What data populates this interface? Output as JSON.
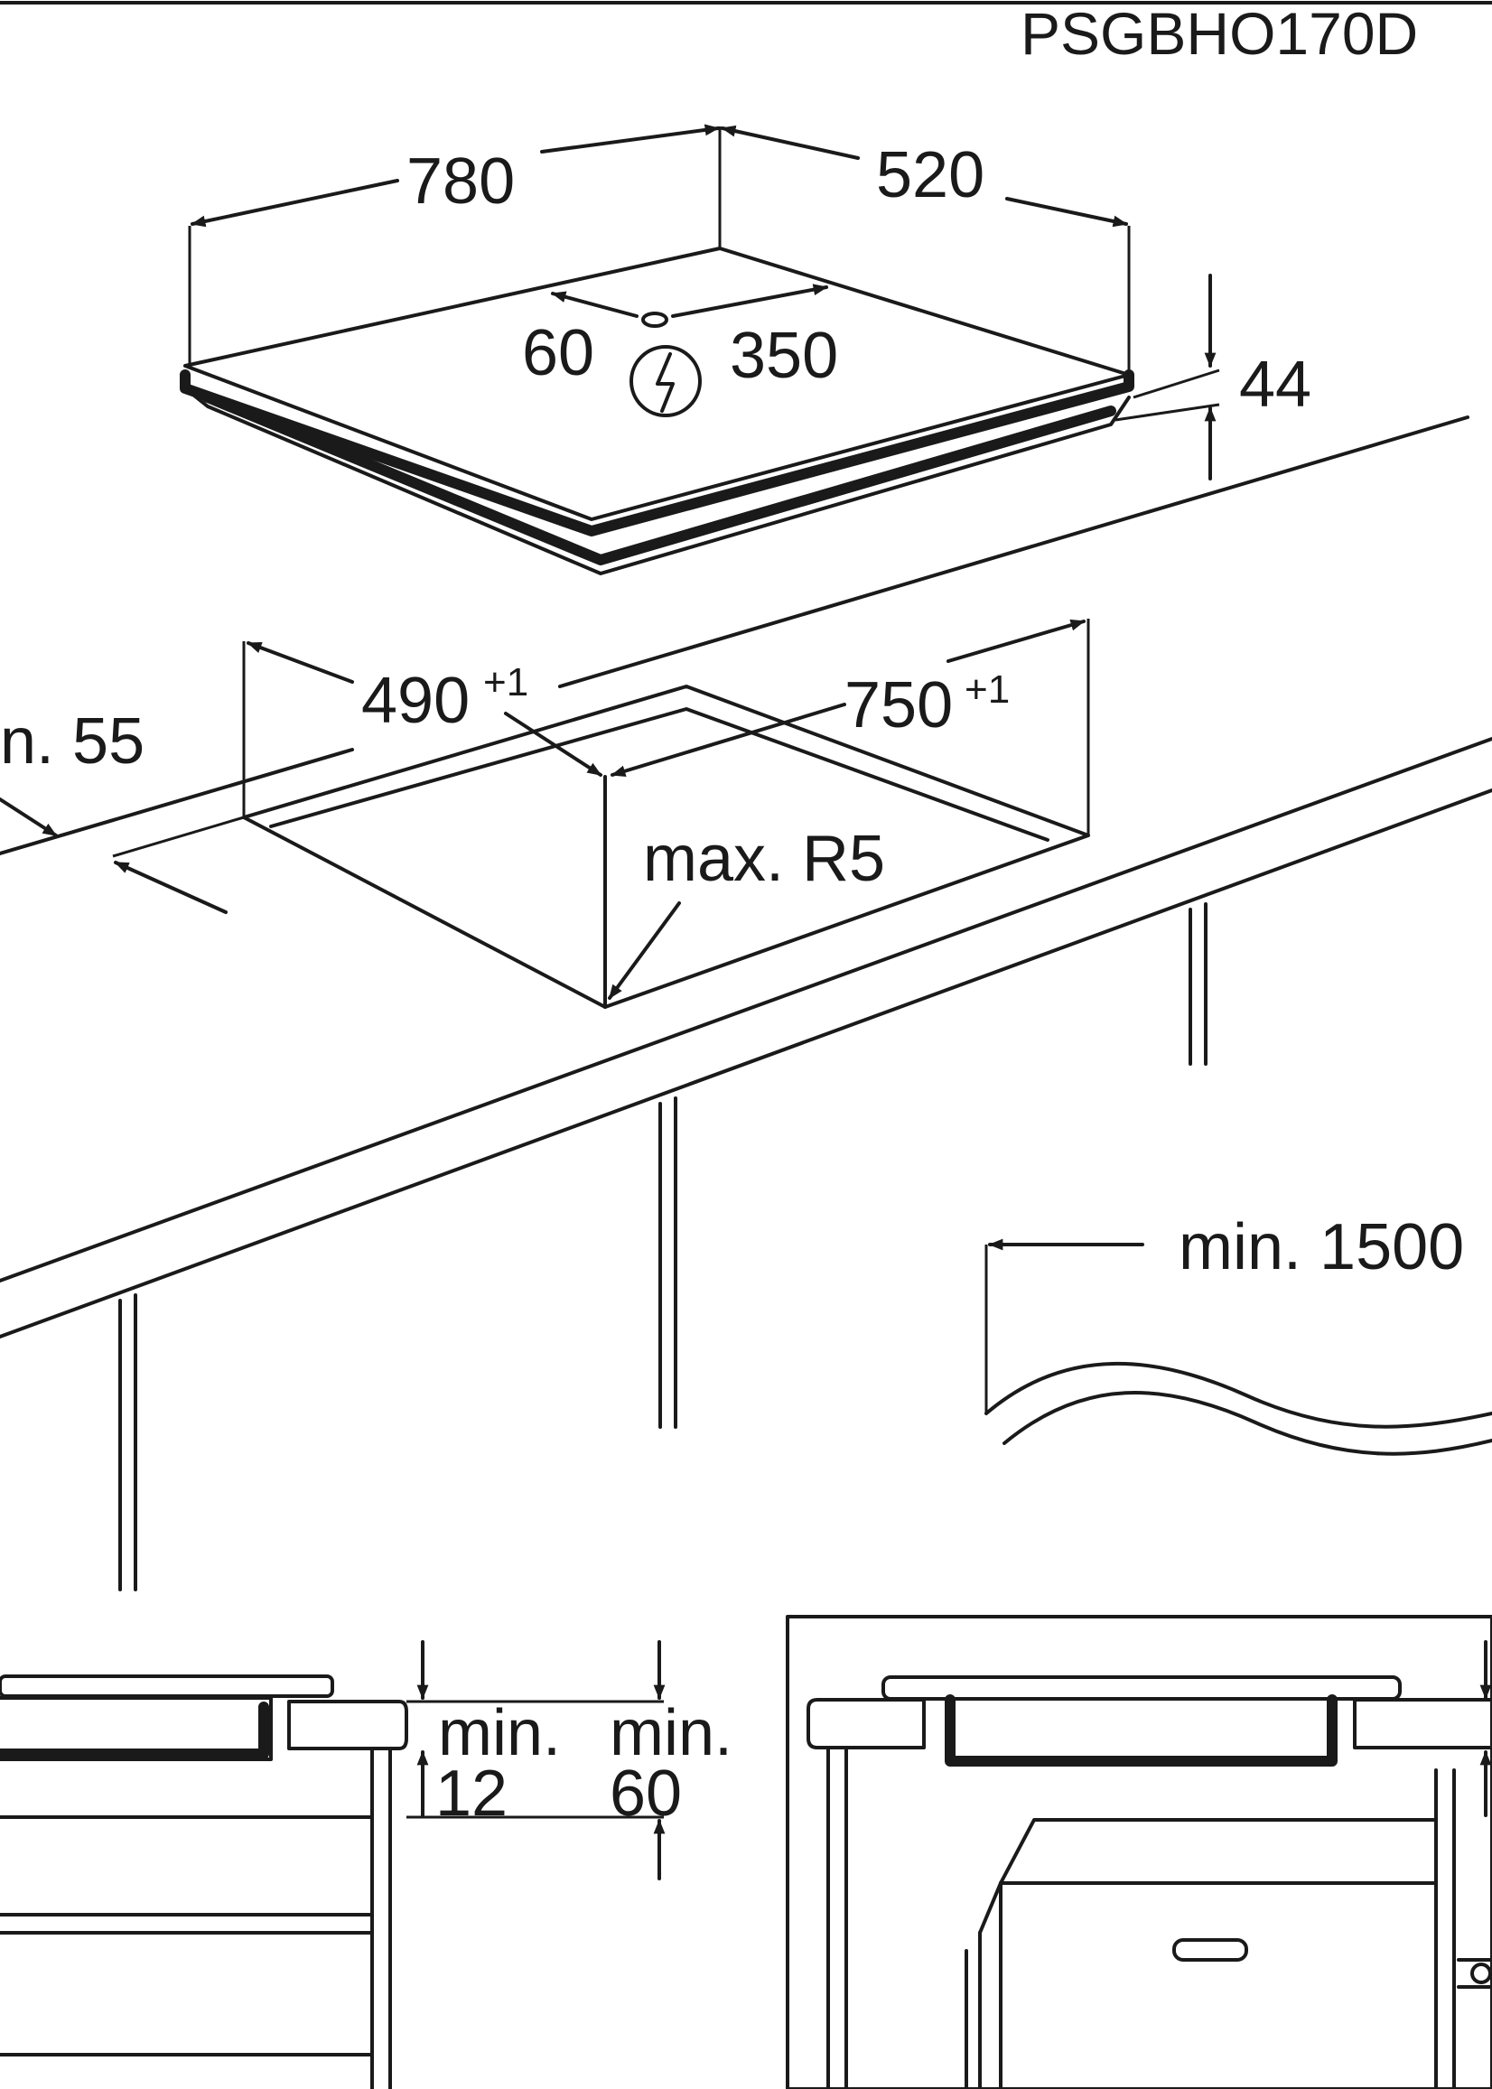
{
  "model_code": "PSGBHO170D",
  "dimensions": {
    "hob_width": "780",
    "hob_depth": "520",
    "cable_left": "60",
    "cable_right": "350",
    "hob_height": "44",
    "cutout_depth": "490",
    "cutout_depth_tol": "+1",
    "cutout_width": "750",
    "cutout_width_tol": "+1",
    "front_min": "n. 55",
    "corner_radius": "max. R5",
    "cable_length": "min. 1500",
    "gap_top_min": "min.",
    "gap_top_value": "12",
    "gap_side_min": "min.",
    "gap_side_value": "60"
  },
  "icons": {
    "power_connection": "lightning-bolt-icon"
  }
}
